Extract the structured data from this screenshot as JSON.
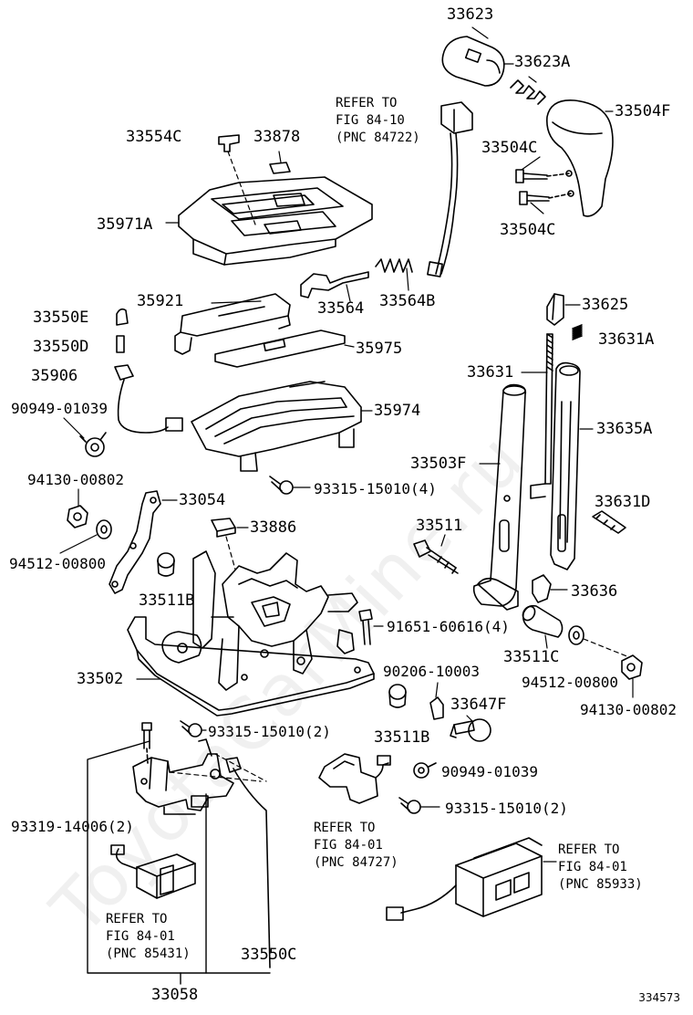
{
  "diagram": {
    "labels": {
      "p33623": "33623",
      "p33623A": "33623A",
      "p33504F": "33504F",
      "p33504C_a": "33504C",
      "p33504C_b": "33504C",
      "p33554C": "33554C",
      "p33878": "33878",
      "p35971A": "35971A",
      "p33564": "33564",
      "p33564B": "33564B",
      "p35921": "35921",
      "p33550E": "33550E",
      "p33550D": "33550D",
      "p35975": "35975",
      "p35906": "35906",
      "p90949_a": "90949-01039",
      "p35974": "35974",
      "p93315_a": "93315-15010(4)",
      "p94130_a": "94130-00802",
      "p33054": "33054",
      "p33886": "33886",
      "p94512_a": "94512-00800",
      "p33511B_a": "33511B",
      "p91651": "91651-60616(4)",
      "p33502": "33502",
      "p93315_b": "93315-15010(2)",
      "p90206": "90206-10003",
      "p33647F": "33647F",
      "p33511B_b": "33511B",
      "p33625": "33625",
      "p33631A": "33631A",
      "p33631": "33631",
      "p33635A": "33635A",
      "p33503F": "33503F",
      "p33631D": "33631D",
      "p33511": "33511",
      "p33636": "33636",
      "p33511C": "33511C",
      "p94512_b": "94512-00800",
      "p94130_b": "94130-00802",
      "p90949_b": "90949-01039",
      "p93315_c": "93315-15010(2)",
      "p93319": "93319-14006(2)",
      "p33550C": "33550C",
      "p33058": "33058"
    },
    "refs": {
      "r1": {
        "l1": "REFER TO",
        "l2": "FIG 84-10",
        "l3": "(PNC 84722)"
      },
      "r2": {
        "l1": "REFER TO",
        "l2": "FIG 84-01",
        "l3": "(PNC 84727)"
      },
      "r3": {
        "l1": "REFER TO",
        "l2": "FIG 84-01",
        "l3": "(PNC 85933)"
      },
      "r4": {
        "l1": "REFER TO",
        "l2": "FIG 84-01",
        "l3": "(PNC 85431)"
      }
    },
    "figure_number": "334573",
    "watermark": "ToyotaCarMine.ru"
  }
}
